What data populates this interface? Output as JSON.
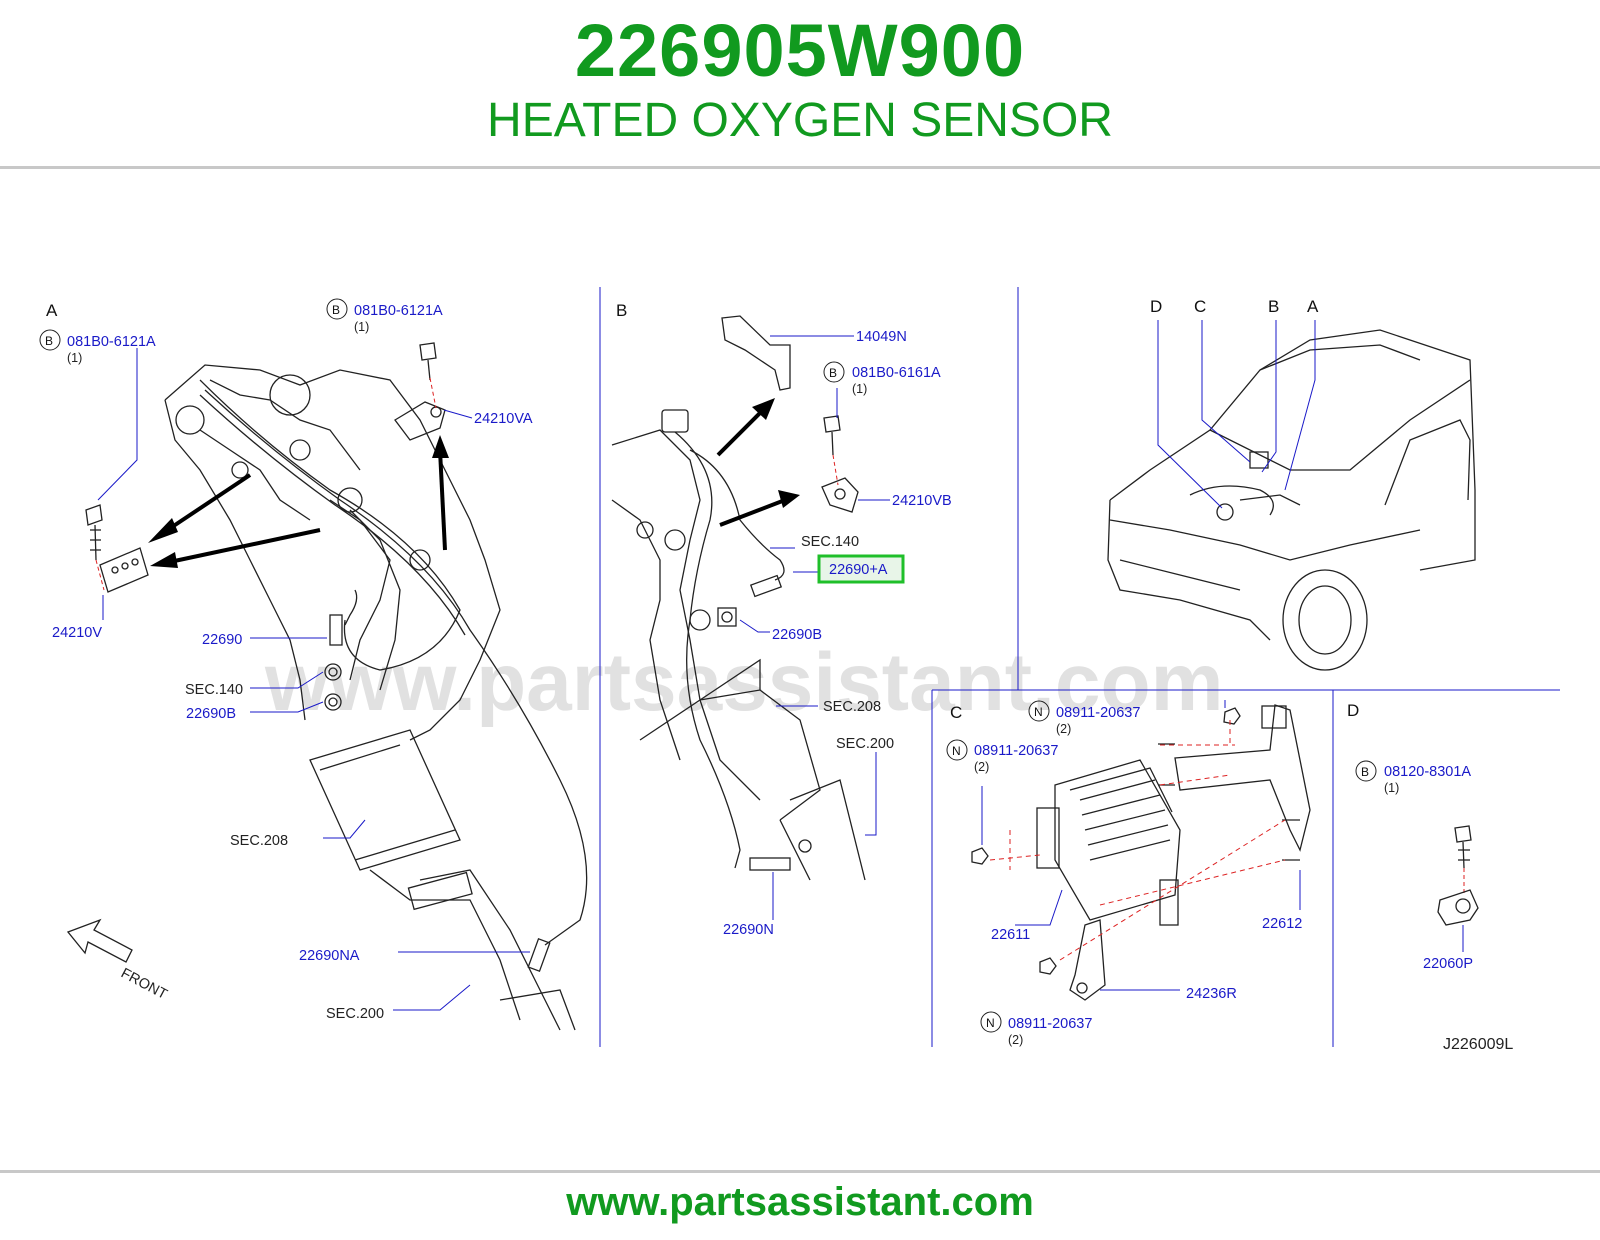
{
  "header": {
    "part_number": "226905W900",
    "title": "HEATED OXYGEN SENSOR"
  },
  "footer": {
    "url": "www.partsassistant.com"
  },
  "watermark": "www.partsassistant.com",
  "colors": {
    "brand_green": "#119a1f",
    "label_blue": "#1a1ac8",
    "highlight_green": "#1fbf2a"
  },
  "diagram": {
    "figure_code": "J226009L",
    "front_label": "FRONT",
    "sections": {
      "a": "A",
      "b": "B",
      "c": "C",
      "d": "D"
    },
    "vehicle_callouts": [
      "D",
      "C",
      "B",
      "A"
    ],
    "labels": {
      "a_bolt_left": "081B0-6121A",
      "a_bolt_left_qty": "(1)",
      "a_bolt_top": "081B0-6121A",
      "a_bolt_top_qty": "(1)",
      "a_bracket_right": "24210VA",
      "a_bracket_left": "24210V",
      "a_sensor": "22690",
      "a_sec140": "SEC.140",
      "a_gasket": "22690B",
      "a_sec208": "SEC.208",
      "a_sensor_na": "22690NA",
      "a_sec200": "SEC.200",
      "b_bracket": "14049N",
      "b_bolt": "081B0-6161A",
      "b_bolt_qty": "(1)",
      "b_clip": "24210VB",
      "b_sec140": "SEC.140",
      "b_sensor_highlight": "22690+A",
      "b_gasket": "22690B",
      "b_sec208": "SEC.208",
      "b_sec200": "SEC.200",
      "b_sensor_n": "22690N",
      "c_nut_top": "08911-20637",
      "c_nut_top_qty": "(2)",
      "c_nut_left": "08911-20637",
      "c_nut_left_qty": "(2)",
      "c_unit": "22611",
      "c_bracket": "22612",
      "c_bracket_lower": "24236R",
      "c_nut_bottom": "08911-20637",
      "c_nut_bottom_qty": "(2)",
      "d_bolt": "08120-8301A",
      "d_bolt_qty": "(1)",
      "d_sensor": "22060P"
    },
    "circle_letters": {
      "bolt": "B",
      "nut": "N"
    }
  }
}
